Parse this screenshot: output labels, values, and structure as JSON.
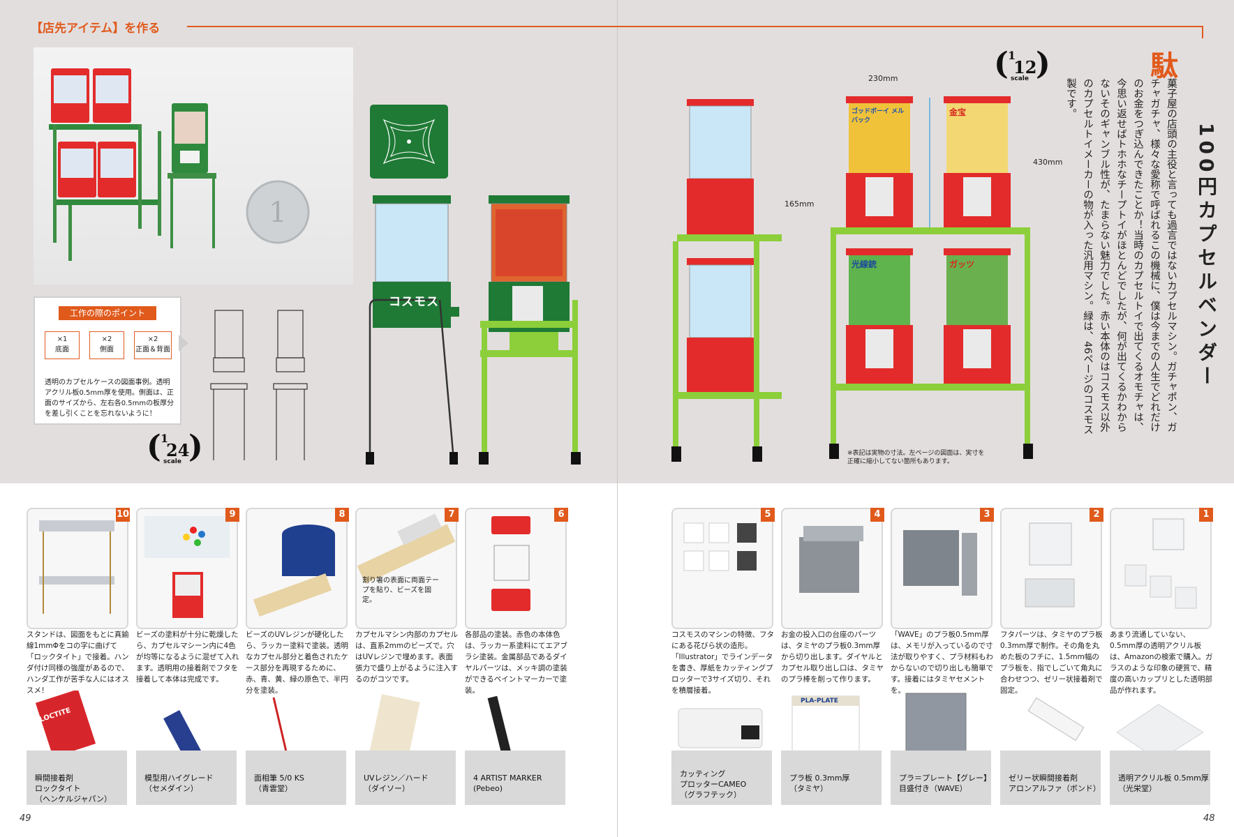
{
  "header": {
    "title": "【店先アイテム】を作る"
  },
  "left_top": {
    "tips": {
      "title": "工作の際のポイント",
      "boxes": [
        {
          "count": "×1",
          "label": "底面"
        },
        {
          "count": "×2",
          "label": "側面"
        },
        {
          "count": "×2",
          "label": "正面＆背面"
        }
      ],
      "text": "透明のカプセルケースの図面事例。透明アクリル板0.5mm厚を使用。側面は、正面のサイズから、左右各0.5mmの板厚分を差し引くことを忘れないように！"
    },
    "scale": {
      "num": "1",
      "den": "24",
      "word": "scale"
    },
    "drawing_sign": "コスモス"
  },
  "right_top": {
    "scale": {
      "num": "1",
      "den": "12",
      "word": "scale"
    },
    "dims": {
      "width": "230mm",
      "height": "430mm",
      "lower": "165mm"
    },
    "note": "※表記は実物の寸法。左ページの図面は、実寸を正確に縮小してない箇所もあります。",
    "title": "100円カプセルベンダー",
    "dropcap": "駄",
    "body": "菓子屋の店頭の主役と言っても過言ではないカプセルマシン。ガチャポン、ガチャガチャ、様々な愛称で呼ばれるこの機械に、僕は今までの人生でどれだけのお金をつぎ込んできたことか！当時のカプセルトイで出てくるオモチャは、今思い返せばトホホなチープトイがほとんどでしたが、何が出てくるかわからないそのギャンブル性が、たまらない魅力でした。赤い本体のはコスモス以外のカプセルトイメーカーの物が入った汎用マシン。緑は、46ページのコスモス製です。",
    "card_titles": [
      "ゴッドボーイ メルバック",
      "金宝",
      "光線銃",
      "ガッツ"
    ]
  },
  "steps_left": [
    {
      "num": "10",
      "text": "スタンドは、図面をもとに真鍮線1mmΦをコの字に曲げて「ロックタイト」で接着。ハンダ付け同様の強度があるので、ハンダ工作が苦手な人にはオススメ！"
    },
    {
      "num": "9",
      "text": "ビーズの塗料が十分に乾燥したら、カプセルマシーン内に4色が均等になるように混ぜて入れます。透明用の接着剤でフタを接着して本体は完成です。"
    },
    {
      "num": "8",
      "text": "ビーズのUVレジンが硬化したら、ラッカー塗料で塗装。透明なカプセル部分と着色されたケース部分を再現するために、赤、青、黄、緑の原色で、半円分を塗装。"
    },
    {
      "num": "7",
      "text": "カプセルマシン内部のカプセルは、直系2mmのビーズで。穴はUVレジンで埋めます。表面張力で盛り上がるように注入するのがコツです。",
      "callout": "割り箸の表面に両面テープを貼り、ビーズを固定。"
    },
    {
      "num": "6",
      "text": "各部品の塗装。赤色の本体色は、ラッカー系塗料にてエアブラシ塗装。金属部品であるダイヤルパーツは、メッキ調の塗装ができるペイントマーカーで塗装。"
    }
  ],
  "steps_right": [
    {
      "num": "5",
      "text": "コスモスのマシンの特徴、フタにある花びら状の造形。「Illustrator」でラインデータを書き、厚紙をカッティングプロッターで3サイズ切り、それを積層接着。"
    },
    {
      "num": "4",
      "text": "お金の投入口の台座のパーツは、タミヤのプラ板0.3mm厚から切り出します。ダイヤルとカプセル取り出し口は、タミヤのプラ棒を削って作ります。"
    },
    {
      "num": "3",
      "text": "「WAVE」のプラ板0.5mm厚は、メモリが入っているので寸法が取りやすく、プラ材料もわからないので切り出しも簡単です。接着にはタミヤセメントを。"
    },
    {
      "num": "2",
      "text": "フタパーツは、タミヤのプラ板0.3mm厚で制作。その角を丸めた板のフチに、1.5mm幅のプラ板を、指でしごいて角丸に合わせつつ、ゼリー状接着剤で固定。"
    },
    {
      "num": "1",
      "text": "あまり流通していない、0.5mm厚の透明アクリル板は、Amazonの検索で購入。ガラスのような印象の硬質で、精度の高いカップリとした透明部品が作れます。"
    }
  ],
  "products_left": [
    {
      "name": "瞬間接着剤\nロックタイト\n（ヘンケルジャパン）",
      "pkg": "LOCTITE"
    },
    {
      "name": "模型用ハイグレード\n（セメダイン）"
    },
    {
      "name": "面相筆 5/0 KS\n（青雲堂）"
    },
    {
      "name": "UVレジン／ハード\n（ダイソー）"
    },
    {
      "name": "4 ARTIST MARKER\n(Pebeo)"
    }
  ],
  "products_right": [
    {
      "name": "カッティング\nプロッターCAMEO\n（グラフテック）"
    },
    {
      "name": "プラ板 0.3mm厚\n（タミヤ）",
      "pkg": "PLA-PLATE"
    },
    {
      "name": "プラ＝プレート【グレー】\n目盛付き（WAVE）"
    },
    {
      "name": "ゼリー状瞬間接着剤\nアロンアルファ（ボンド）"
    },
    {
      "name": "透明アクリル板 0.5mm厚\n（光栄堂）"
    }
  ],
  "pages": {
    "left": "49",
    "right": "48"
  },
  "colors": {
    "accent": "#e05a1c",
    "red": "#e32b2b",
    "green": "#1f7a35",
    "lime": "#8ccf3a",
    "bg": "#e3dede"
  }
}
